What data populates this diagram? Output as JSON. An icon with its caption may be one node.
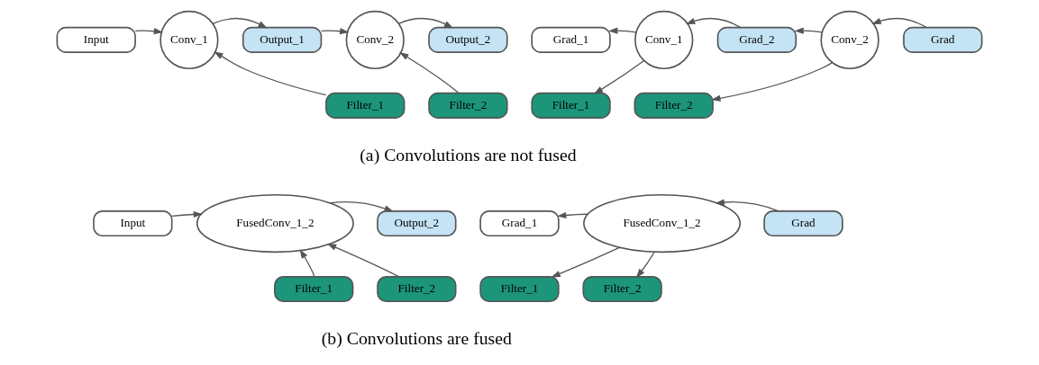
{
  "diagram": {
    "nodes": [
      {
        "text": [
          "Input"
        ]
      },
      {
        "text": [
          "Conv_1"
        ]
      },
      {
        "text": [
          "Output_1"
        ]
      },
      {
        "text": [
          "Conv_2"
        ]
      },
      {
        "text": [
          "Output_2"
        ]
      },
      {
        "text": [
          "Filter_1"
        ]
      },
      {
        "text": [
          "Filter_2"
        ]
      },
      {
        "text": [
          "Grad_1"
        ]
      },
      {
        "text": [
          "Conv_1"
        ]
      },
      {
        "text": [
          "Grad_2"
        ]
      },
      {
        "text": [
          "Conv_2"
        ]
      },
      {
        "text": [
          "Grad"
        ]
      },
      {
        "text": [
          "Filter_1"
        ]
      },
      {
        "text": [
          "Filter_2"
        ]
      },
      {
        "text": [
          "Input"
        ]
      },
      {
        "text": [
          "FusedConv_1_2"
        ]
      },
      {
        "text": [
          "Output_2"
        ]
      },
      {
        "text": [
          "Filter_1"
        ]
      },
      {
        "text": [
          "Filter_2"
        ]
      },
      {
        "text": [
          "Grad_1"
        ]
      },
      {
        "text": [
          "FusedConv_1_2"
        ]
      },
      {
        "text": [
          "Grad"
        ]
      },
      {
        "text": [
          "Filter_1"
        ]
      },
      {
        "text": [
          "Filter_2"
        ]
      }
    ],
    "edges": [
      {
        "from": 0,
        "to": 1,
        "arrow": "to"
      },
      {
        "from": 1,
        "to": 2,
        "arrow": "to"
      },
      {
        "from": 2,
        "to": 3,
        "arrow": "to"
      },
      {
        "from": 3,
        "to": 4,
        "arrow": "to"
      },
      {
        "from": 5,
        "to": 1,
        "arrow": "to"
      },
      {
        "from": 6,
        "to": 3,
        "arrow": "to"
      },
      {
        "from": 8,
        "to": 7,
        "arrow": "to"
      },
      {
        "from": 9,
        "to": 8,
        "arrow": "to"
      },
      {
        "from": 10,
        "to": 9,
        "arrow": "to"
      },
      {
        "from": 11,
        "to": 10,
        "arrow": "to"
      },
      {
        "from": 8,
        "to": 12,
        "arrow": "to"
      },
      {
        "from": 10,
        "to": 13,
        "arrow": "to"
      },
      {
        "from": 14,
        "to": 15,
        "arrow": "to"
      },
      {
        "from": 15,
        "to": 16,
        "arrow": "to"
      },
      {
        "from": 17,
        "to": 15,
        "arrow": "to"
      },
      {
        "from": 18,
        "to": 15,
        "arrow": "to"
      },
      {
        "from": 20,
        "to": 19,
        "arrow": "to"
      },
      {
        "from": 21,
        "to": 20,
        "arrow": "to"
      },
      {
        "from": 20,
        "to": 22,
        "arrow": "to"
      },
      {
        "from": 20,
        "to": 23,
        "arrow": "to"
      }
    ],
    "labels": [
      "(a) Convolutions are not fused",
      "(b) Convolutions are fused"
    ]
  }
}
